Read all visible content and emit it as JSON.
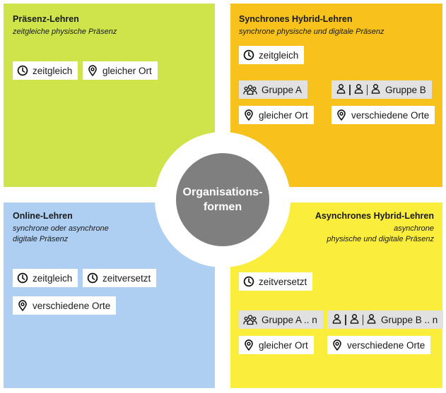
{
  "colors": {
    "presence": "#cfe34a",
    "sync_hybrid": "#f6c21b",
    "online": "#aecff2",
    "async_hybrid": "#fbed3c",
    "center": "#7f7f7f",
    "chip_grey": "#e1e1e1"
  },
  "center": {
    "line1": "Organisations-",
    "line2": "formen"
  },
  "presence": {
    "title": "Präsenz-Lehren",
    "subtitle": "zeitgleiche physische Präsenz",
    "chips": {
      "time": "zeitgleich",
      "place": "gleicher Ort"
    }
  },
  "sync_hybrid": {
    "title": "Synchrones Hybrid-Lehren",
    "subtitle": "synchrone physische und digitale Präsenz",
    "chips": {
      "time": "zeitgleich",
      "group_a": "Gruppe A",
      "group_b": "Gruppe B",
      "place_a": "gleicher Ort",
      "place_b": "verschiedene Orte"
    }
  },
  "online": {
    "title": "Online-Lehren",
    "subtitle_line1": "synchrone oder asynchrone",
    "subtitle_line2": "digitale Präsenz",
    "chips": {
      "time_a": "zeitgleich",
      "time_b": "zeitversetzt",
      "place": "verschiedene Orte"
    }
  },
  "async_hybrid": {
    "title": "Asynchrones Hybrid-Lehren",
    "subtitle_line1": "asynchrone",
    "subtitle_line2": "physische und digitale Präsenz",
    "chips": {
      "time": "zeitversetzt",
      "group_a": "Gruppe A .. n",
      "group_b": "Gruppe B .. n",
      "place_a": "gleicher Ort",
      "place_b": "verschiedene Orte"
    }
  },
  "icons": [
    "clock-icon",
    "location-pin-icon",
    "group-icon",
    "person-icon"
  ]
}
